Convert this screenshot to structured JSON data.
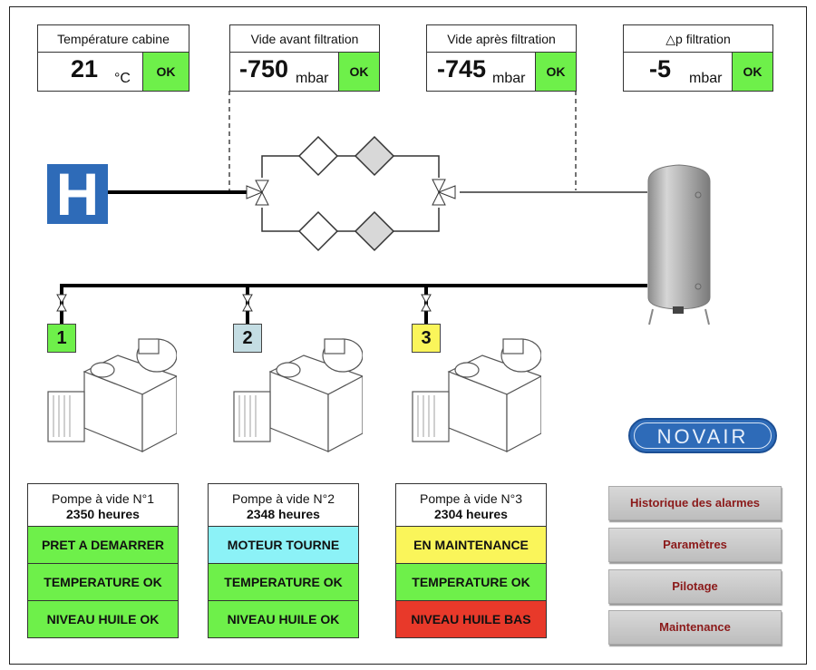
{
  "colors": {
    "ok_green": "#6ef04a",
    "running_cyan": "#8cf2f7",
    "maintenance_yellow": "#faf55a",
    "alarm_red": "#e8392a",
    "pump2_badge": "#c4dde3",
    "brand_blue": "#2e6bb8",
    "button_text": "#8b1a1a"
  },
  "gauges": [
    {
      "title": "Température cabine",
      "value": "21",
      "unit": "°C",
      "status": "OK"
    },
    {
      "title": "Vide avant filtration",
      "value": "-750",
      "unit": "mbar",
      "status": "OK"
    },
    {
      "title": "Vide après filtration",
      "value": "-745",
      "unit": "mbar",
      "status": "OK"
    },
    {
      "title": "△p filtration",
      "value": "-5",
      "unit": "mbar",
      "status": "OK"
    }
  ],
  "diagram": {
    "hospital_icon": "hospital-h-icon",
    "hospital_letter": "H",
    "pump_badges": [
      "1",
      "2",
      "3"
    ]
  },
  "brand": {
    "logo_text": "NOVAIR"
  },
  "pumps": [
    {
      "name": "Pompe à vide N°1",
      "hours": "2350 heures",
      "states": [
        {
          "label": "PRET A DEMARRER",
          "color": "ok_green"
        },
        {
          "label": "TEMPERATURE OK",
          "color": "ok_green"
        },
        {
          "label": "NIVEAU HUILE OK",
          "color": "ok_green"
        }
      ]
    },
    {
      "name": "Pompe à vide N°2",
      "hours": "2348 heures",
      "states": [
        {
          "label": "MOTEUR TOURNE",
          "color": "running_cyan"
        },
        {
          "label": "TEMPERATURE OK",
          "color": "ok_green"
        },
        {
          "label": "NIVEAU HUILE OK",
          "color": "ok_green"
        }
      ]
    },
    {
      "name": "Pompe à vide N°3",
      "hours": "2304 heures",
      "states": [
        {
          "label": "EN MAINTENANCE",
          "color": "maintenance_yellow"
        },
        {
          "label": "TEMPERATURE OK",
          "color": "ok_green"
        },
        {
          "label": "NIVEAU HUILE BAS",
          "color": "alarm_red"
        }
      ]
    }
  ],
  "menu": [
    {
      "label": "Historique des alarmes"
    },
    {
      "label": "Paramètres"
    },
    {
      "label": "Pilotage"
    },
    {
      "label": "Maintenance"
    }
  ]
}
